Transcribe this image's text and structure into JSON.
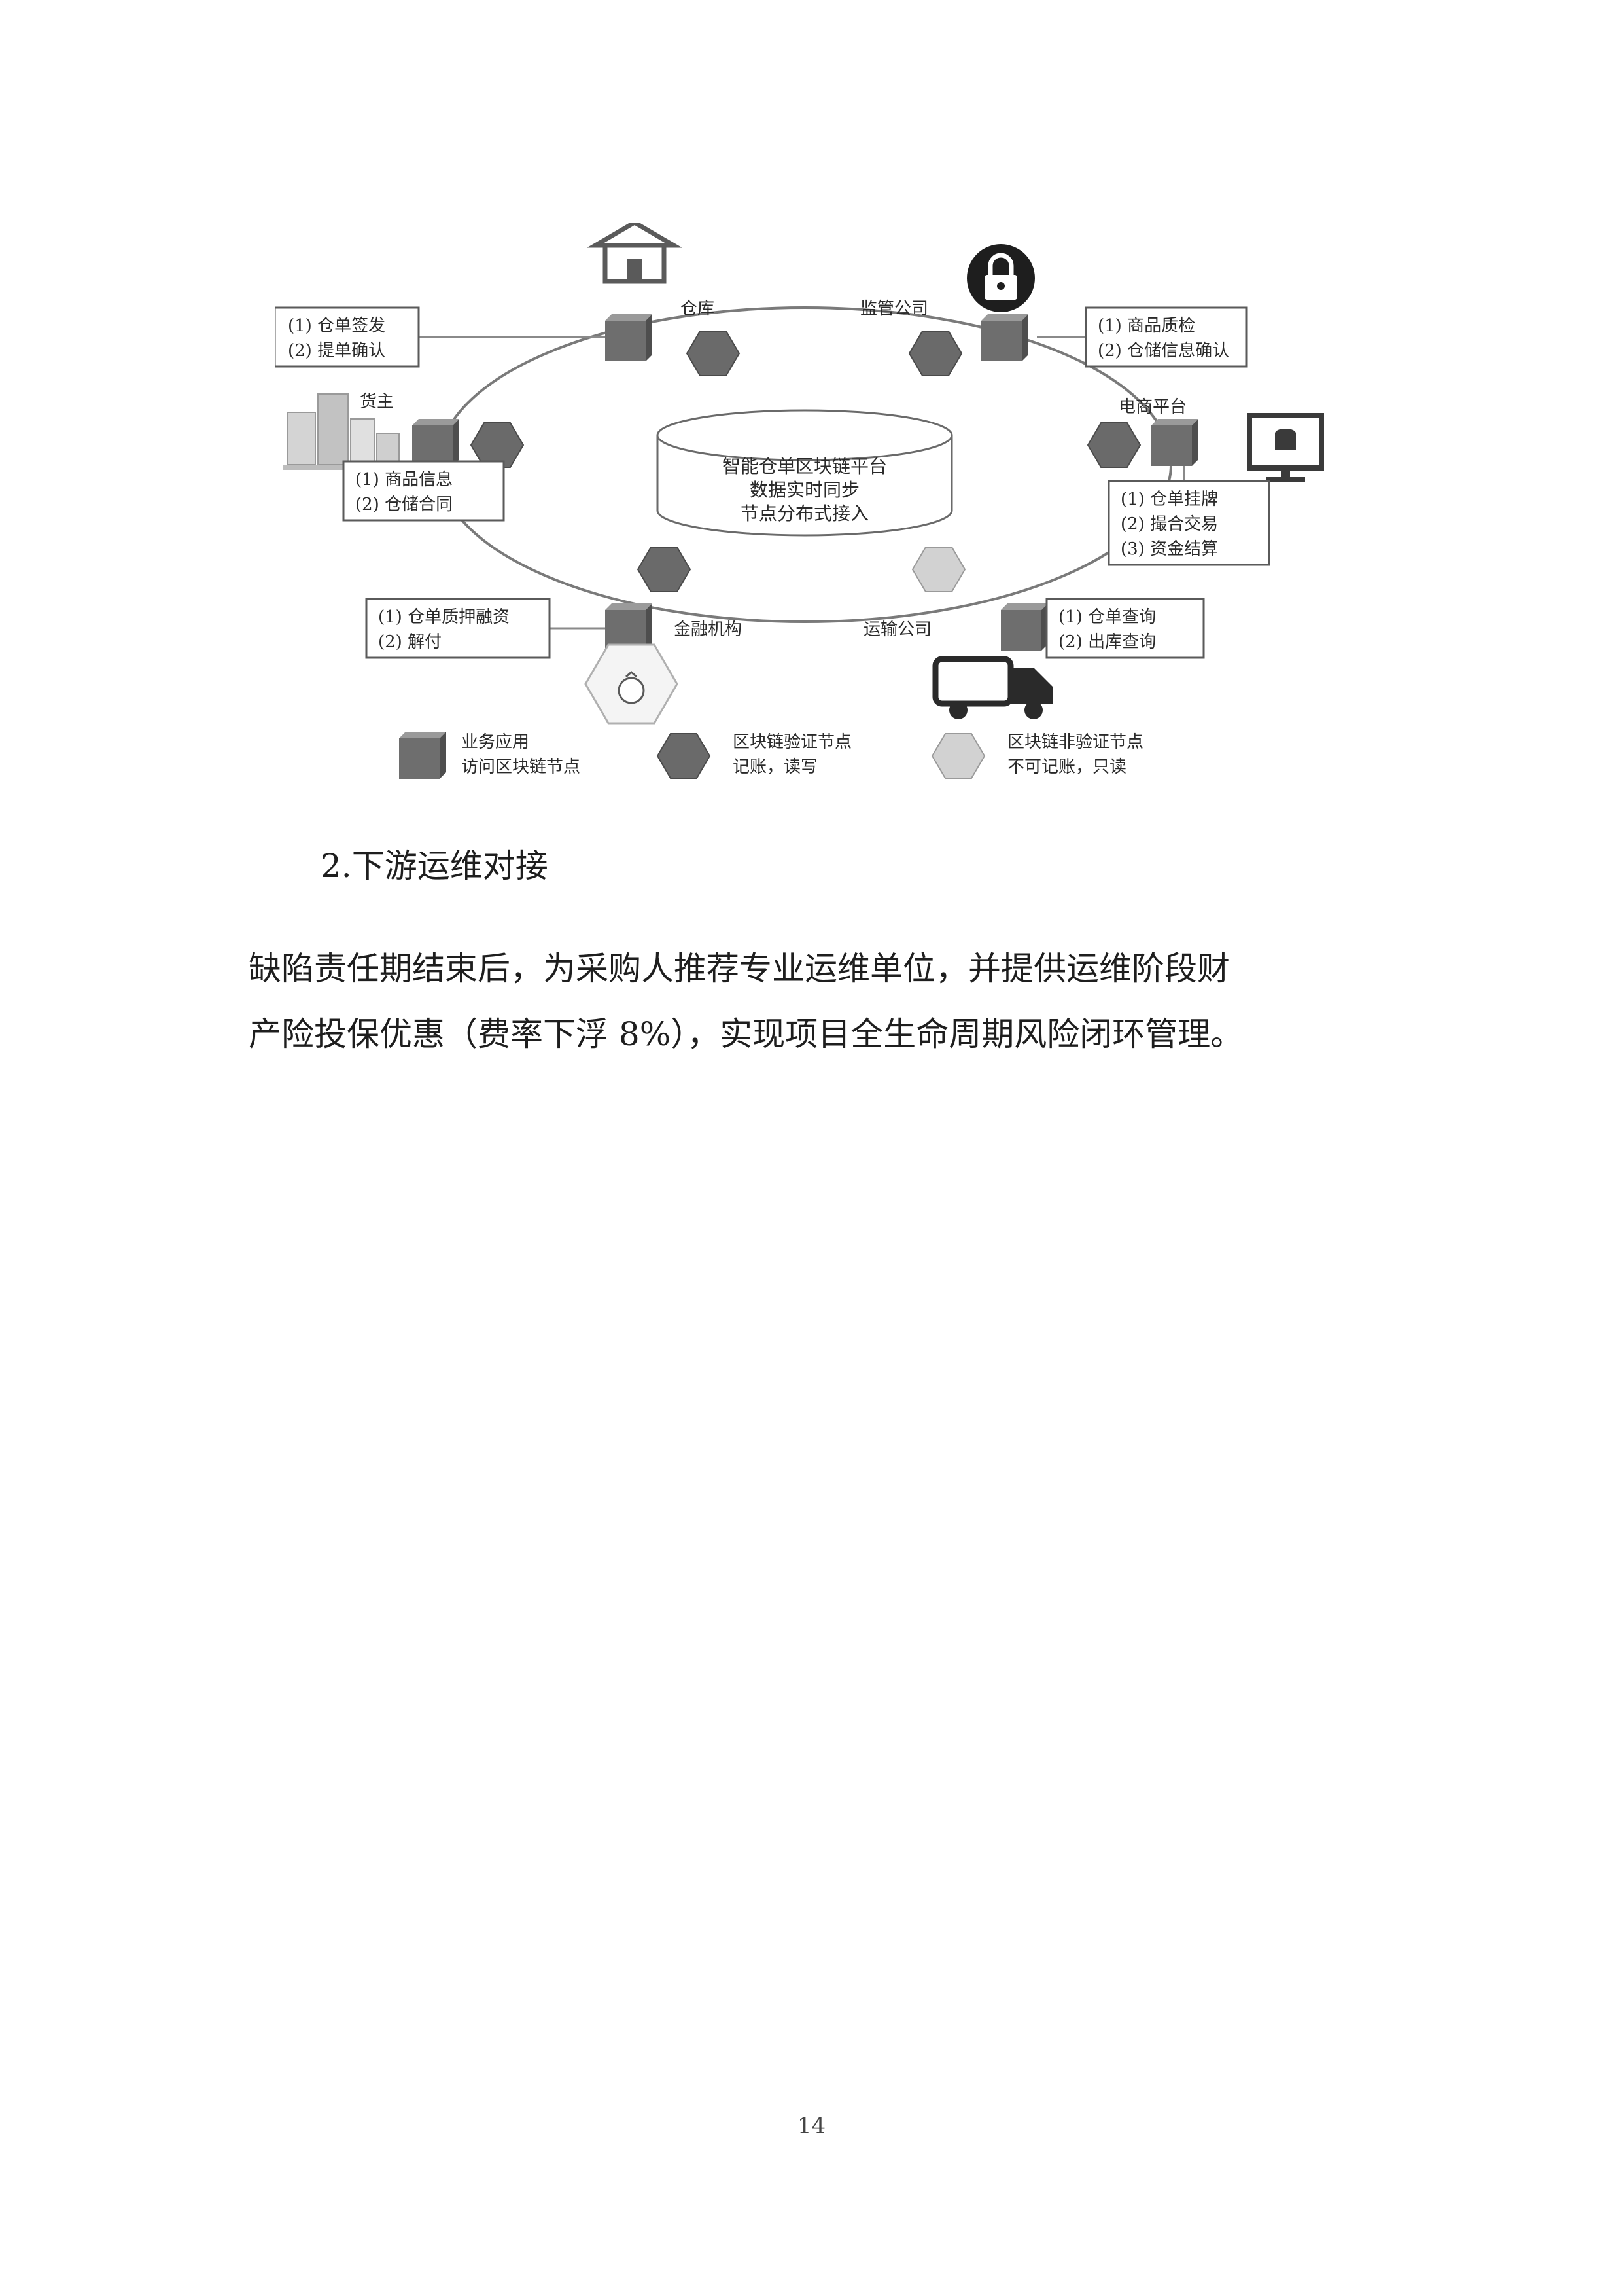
{
  "diagram": {
    "center": [
      "智能仓单区块链平台",
      "数据实时同步",
      "节点分布式接入"
    ],
    "nodes": {
      "warehouse": {
        "name": "仓库",
        "items": [
          "(1) 仓单签发",
          "(2) 提单确认"
        ],
        "icon": "house-icon"
      },
      "supervisor": {
        "name": "监管公司",
        "items": [
          "(1) 商品质检",
          "(2) 仓储信息确认"
        ],
        "icon": "lock-icon"
      },
      "owner": {
        "name": "货主",
        "items": [
          "(1) 商品信息",
          "(2) 仓储合同"
        ],
        "icon": "buildings-icon"
      },
      "ecommerce": {
        "name": "电商平台",
        "items": [
          "(1) 仓单挂牌",
          "(2) 撮合交易",
          "(3) 资金结算"
        ],
        "icon": "monitor-icon"
      },
      "finance": {
        "name": "金融机构",
        "items": [
          "(1) 仓单质押融资",
          "(2) 解付"
        ],
        "icon": "money-bag-icon"
      },
      "transport": {
        "name": "运输公司",
        "items": [
          "(1) 仓单查询",
          "(2) 出库查询"
        ],
        "icon": "truck-icon"
      }
    },
    "legend": {
      "app": [
        "业务应用",
        "访问区块链节点"
      ],
      "verify": [
        "区块链验证节点",
        "记账，读写"
      ],
      "nonverify": [
        "区块链非验证节点",
        "不可记账，只读"
      ]
    },
    "colors": {
      "cube": "#6e6e6e",
      "hex_dark": "#6a6a6a",
      "hex_light": "#d2d2d2",
      "line": "#7a7a7a"
    }
  },
  "section": {
    "heading": "2.下游运维对接"
  },
  "paragraph": {
    "line1": "缺陷责任期结束后，为采购人推荐专业运维单位，并提供运维阶段财",
    "line2": "产险投保优惠（费率下浮 8%），实现项目全生命周期风险闭环管理。"
  },
  "page_number": "14"
}
